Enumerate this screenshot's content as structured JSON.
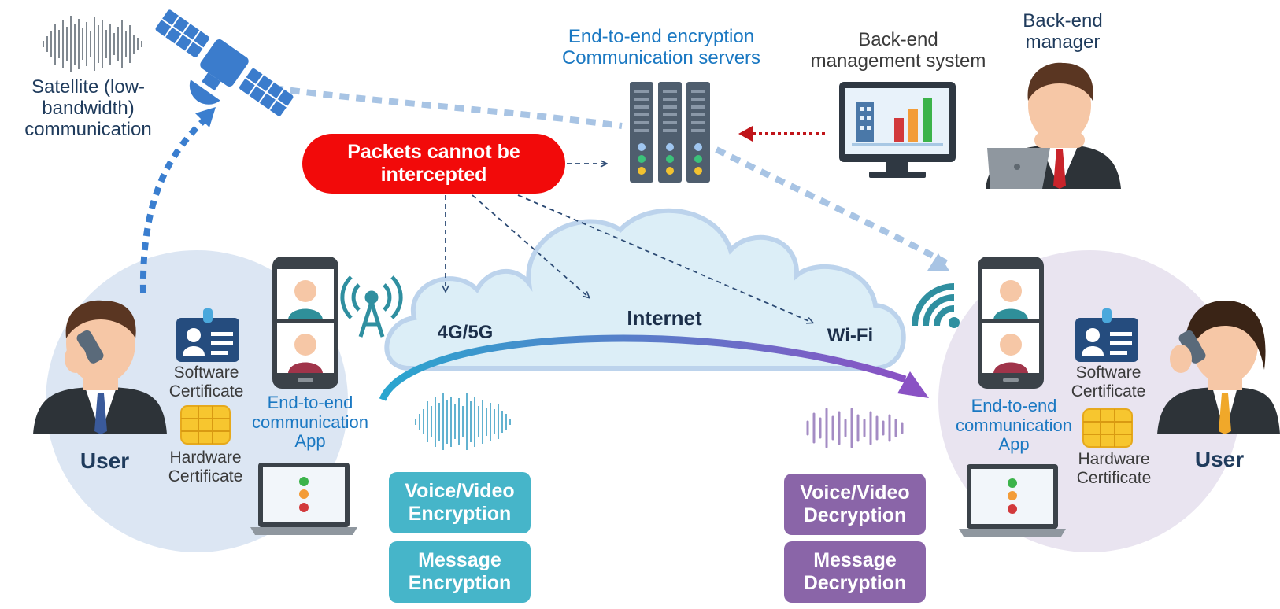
{
  "satellite": {
    "label": "Satellite (low-bandwidth) communication",
    "line1": "Satellite (low-",
    "line2": "bandwidth)",
    "line3": "communication"
  },
  "servers": {
    "line1": "End-to-end encryption",
    "line2": "Communication servers"
  },
  "management": {
    "line1": "Back-end",
    "line2": "management system"
  },
  "manager": {
    "line1": "Back-end",
    "line2": "manager"
  },
  "packets": {
    "line1": "Packets cannot be",
    "line2": "intercepted"
  },
  "networks": {
    "cellular": "4G/5G",
    "internet": "Internet",
    "wifi": "Wi-Fi"
  },
  "left_user": {
    "user_label": "User",
    "software_cert": {
      "line1": "Software",
      "line2": "Certificate"
    },
    "hardware_cert": {
      "line1": "Hardware",
      "line2": "Certificate"
    },
    "app": {
      "line1": "End-to-end",
      "line2": "communication",
      "line3": "App"
    }
  },
  "right_user": {
    "user_label": "User",
    "software_cert": {
      "line1": "Software",
      "line2": "Certificate"
    },
    "hardware_cert": {
      "line1": "Hardware",
      "line2": "Certificate"
    },
    "app": {
      "line1": "End-to-end",
      "line2": "communication",
      "line3": "App"
    }
  },
  "encryption": {
    "voice": {
      "line1": "Voice/Video",
      "line2": "Encryption"
    },
    "message": {
      "line1": "Message",
      "line2": "Encryption"
    }
  },
  "decryption": {
    "voice": {
      "line1": "Voice/Video",
      "line2": "Decryption"
    },
    "message": {
      "line1": "Message",
      "line2": "Decryption"
    }
  },
  "colors": {
    "user_circle_left": "#dce6f3",
    "user_circle_right": "#e9e4f0",
    "cloud": "#dceef7",
    "encrypt": "#46b5c9",
    "decrypt": "#8a65a8",
    "alert": "#f20a0a",
    "link_blue": "#1a78c2"
  }
}
